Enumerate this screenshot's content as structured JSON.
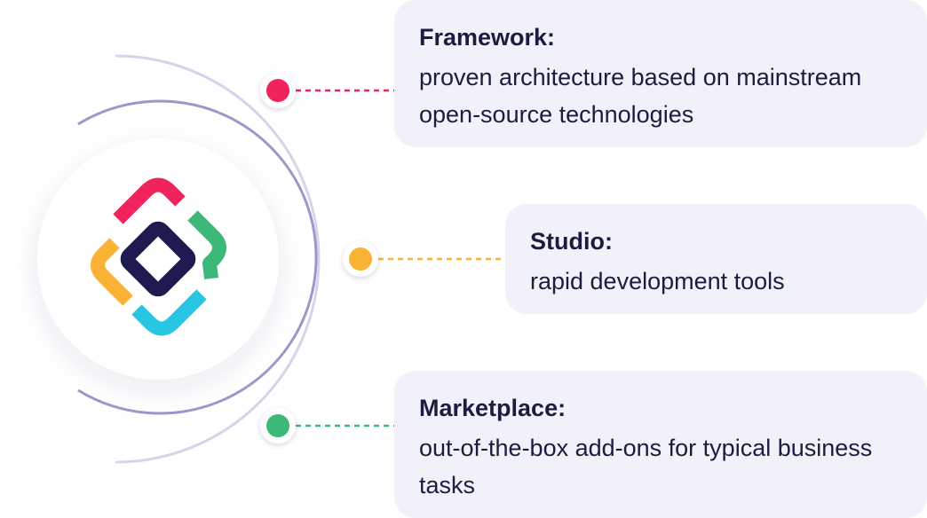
{
  "cards": {
    "framework": {
      "title": "Framework:",
      "description": "proven architecture based on mainstream open-source technologies",
      "color": "#f0235c"
    },
    "studio": {
      "title": "Studio:",
      "description": "rapid development tools",
      "color": "#f9b233"
    },
    "marketplace": {
      "title": "Marketplace:",
      "description": "out-of-the-box add-ons for typical business tasks",
      "color": "#3cb879"
    }
  },
  "logo": {
    "icon": "jmix-diamond-logo",
    "colors": {
      "pink": "#f0235c",
      "green": "#3cb879",
      "cyan": "#27c6e2",
      "yellow": "#f9b233",
      "navy": "#1d1b4f"
    }
  },
  "colors": {
    "inner_ring": "#9d98c9",
    "outer_ring": "#d6d4ea",
    "card_bg": "#f1f1f9",
    "text": "#1d1b3f"
  }
}
